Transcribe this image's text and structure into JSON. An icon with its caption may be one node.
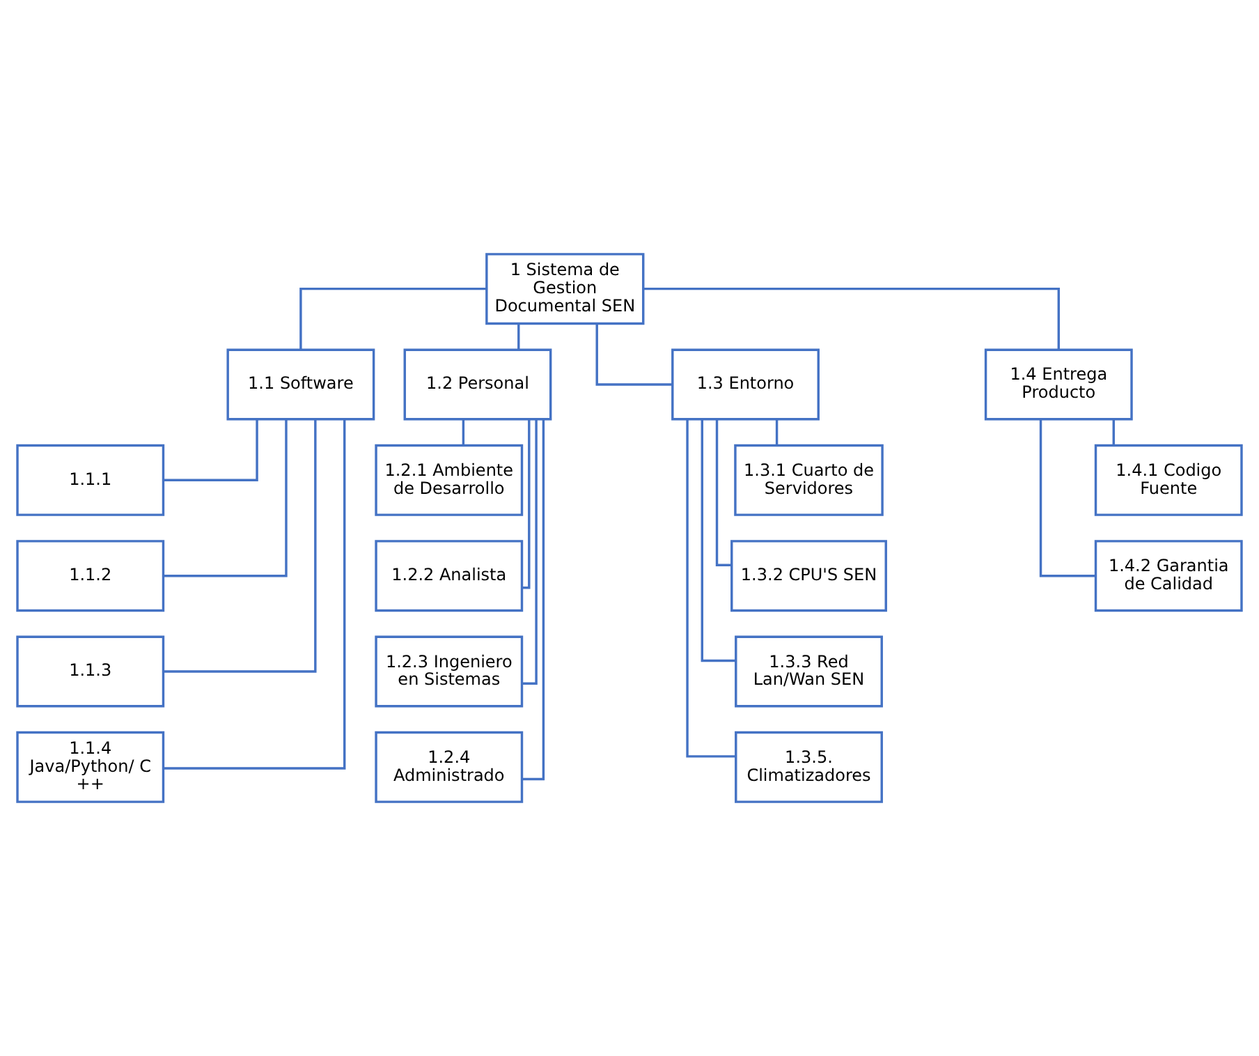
{
  "diagram": {
    "nodes": [
      {
        "text": [
          "1 Sistema de Gestion Documental SEN"
        ]
      },
      {
        "text": [
          "1.1 Software"
        ]
      },
      {
        "text": [
          "1.2 Personal"
        ]
      },
      {
        "text": [
          "1.3 Entorno"
        ]
      },
      {
        "text": [
          "1.4 Entrega Producto"
        ]
      },
      {
        "text": [
          "1.1.1"
        ]
      },
      {
        "text": [
          "1.1.2"
        ]
      },
      {
        "text": [
          "1.1.3"
        ]
      },
      {
        "text": [
          "1.1.4 Java/Python/ C ++"
        ]
      },
      {
        "text": [
          "1.2.1 Ambiente de Desarrollo"
        ]
      },
      {
        "text": [
          "1.2.2 Analista"
        ]
      },
      {
        "text": [
          "1.2.3 Ingeniero en Sistemas"
        ]
      },
      {
        "text": [
          "1.2.4 Administrado"
        ]
      },
      {
        "text": [
          "1.3.1 Cuarto de Servidores"
        ]
      },
      {
        "text": [
          "1.3.2 CPU'S SEN"
        ]
      },
      {
        "text": [
          "1.3.3 Red Lan/Wan SEN"
        ]
      },
      {
        "text": [
          "1.3.5. Climatizadores"
        ]
      },
      {
        "text": [
          "1.4.1 Codigo Fuente"
        ]
      },
      {
        "text": [
          "1.4.2 Garantia de Calidad"
        ]
      }
    ],
    "edges": [
      {
        "from": 0,
        "to": 1,
        "arrow": "none"
      },
      {
        "from": 0,
        "to": 2,
        "arrow": "none"
      },
      {
        "from": 0,
        "to": 3,
        "arrow": "none"
      },
      {
        "from": 0,
        "to": 4,
        "arrow": "none"
      },
      {
        "from": 1,
        "to": 5,
        "arrow": "none"
      },
      {
        "from": 1,
        "to": 6,
        "arrow": "none"
      },
      {
        "from": 1,
        "to": 7,
        "arrow": "none"
      },
      {
        "from": 1,
        "to": 8,
        "arrow": "none"
      },
      {
        "from": 2,
        "to": 9,
        "arrow": "none"
      },
      {
        "from": 2,
        "to": 10,
        "arrow": "none"
      },
      {
        "from": 2,
        "to": 11,
        "arrow": "none"
      },
      {
        "from": 2,
        "to": 12,
        "arrow": "none"
      },
      {
        "from": 3,
        "to": 13,
        "arrow": "none"
      },
      {
        "from": 3,
        "to": 14,
        "arrow": "none"
      },
      {
        "from": 3,
        "to": 15,
        "arrow": "none"
      },
      {
        "from": 3,
        "to": 16,
        "arrow": "none"
      },
      {
        "from": 4,
        "to": 17,
        "arrow": "none"
      },
      {
        "from": 4,
        "to": 18,
        "arrow": "none"
      }
    ]
  }
}
